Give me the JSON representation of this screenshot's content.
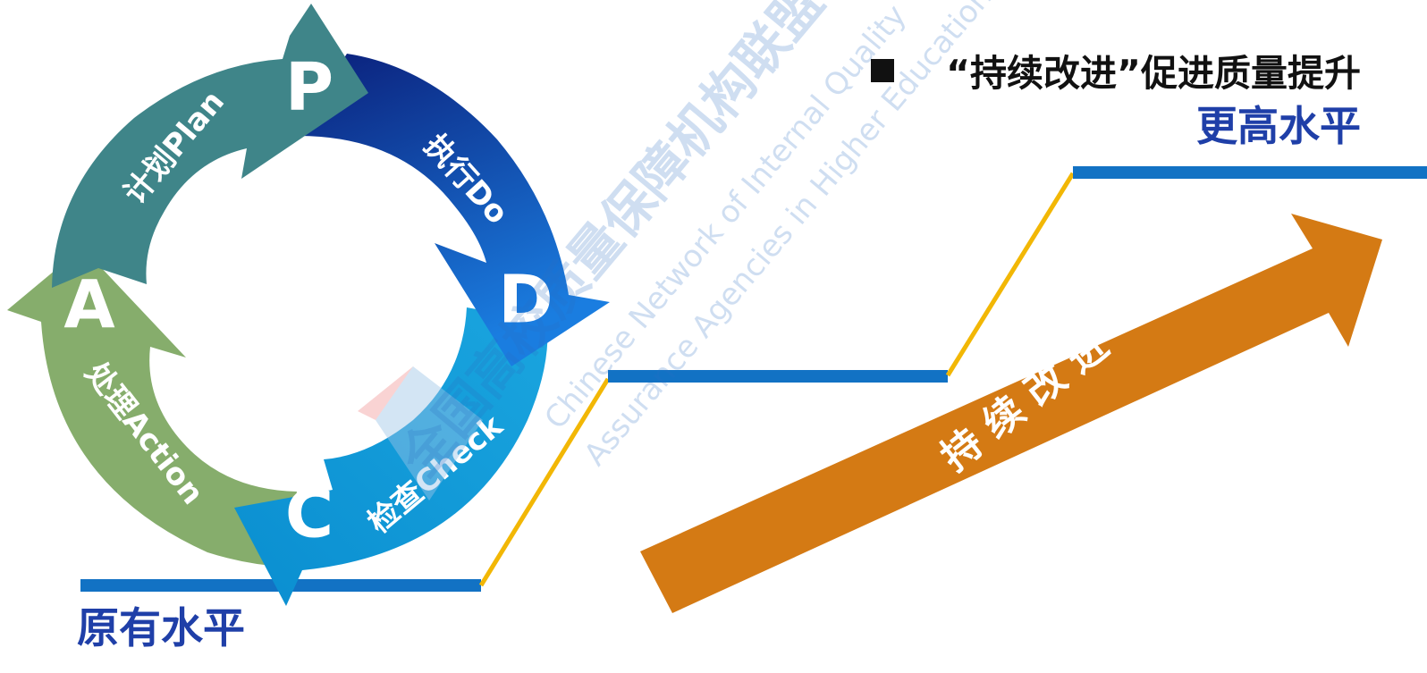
{
  "headline": "“持续改进”促进质量提升",
  "higher_level": "更高水平",
  "original_level": "原有水平",
  "cycle": {
    "plan": {
      "letter": "P",
      "label": "计划Plan",
      "color": "#3f8589"
    },
    "do": {
      "letter": "D",
      "label": "执行Do",
      "color": "#1460c8"
    },
    "check": {
      "letter": "C",
      "label": "检查Check",
      "color": "#139ed8"
    },
    "action": {
      "letter": "A",
      "label": "处理Action",
      "color": "#86ad6c"
    }
  },
  "arrow": {
    "label": "持 续 改 进",
    "color": "#d47a14"
  },
  "watermark": {
    "cn": "全国高校质量保障机构联盟",
    "en1": "Chinese Network of Internal Quality",
    "en2": "Assurance Agencies in Higher Education"
  },
  "colors": {
    "level_line": "#1272c4",
    "riser": "#f2b705",
    "title_blue": "#1f3fa8"
  }
}
